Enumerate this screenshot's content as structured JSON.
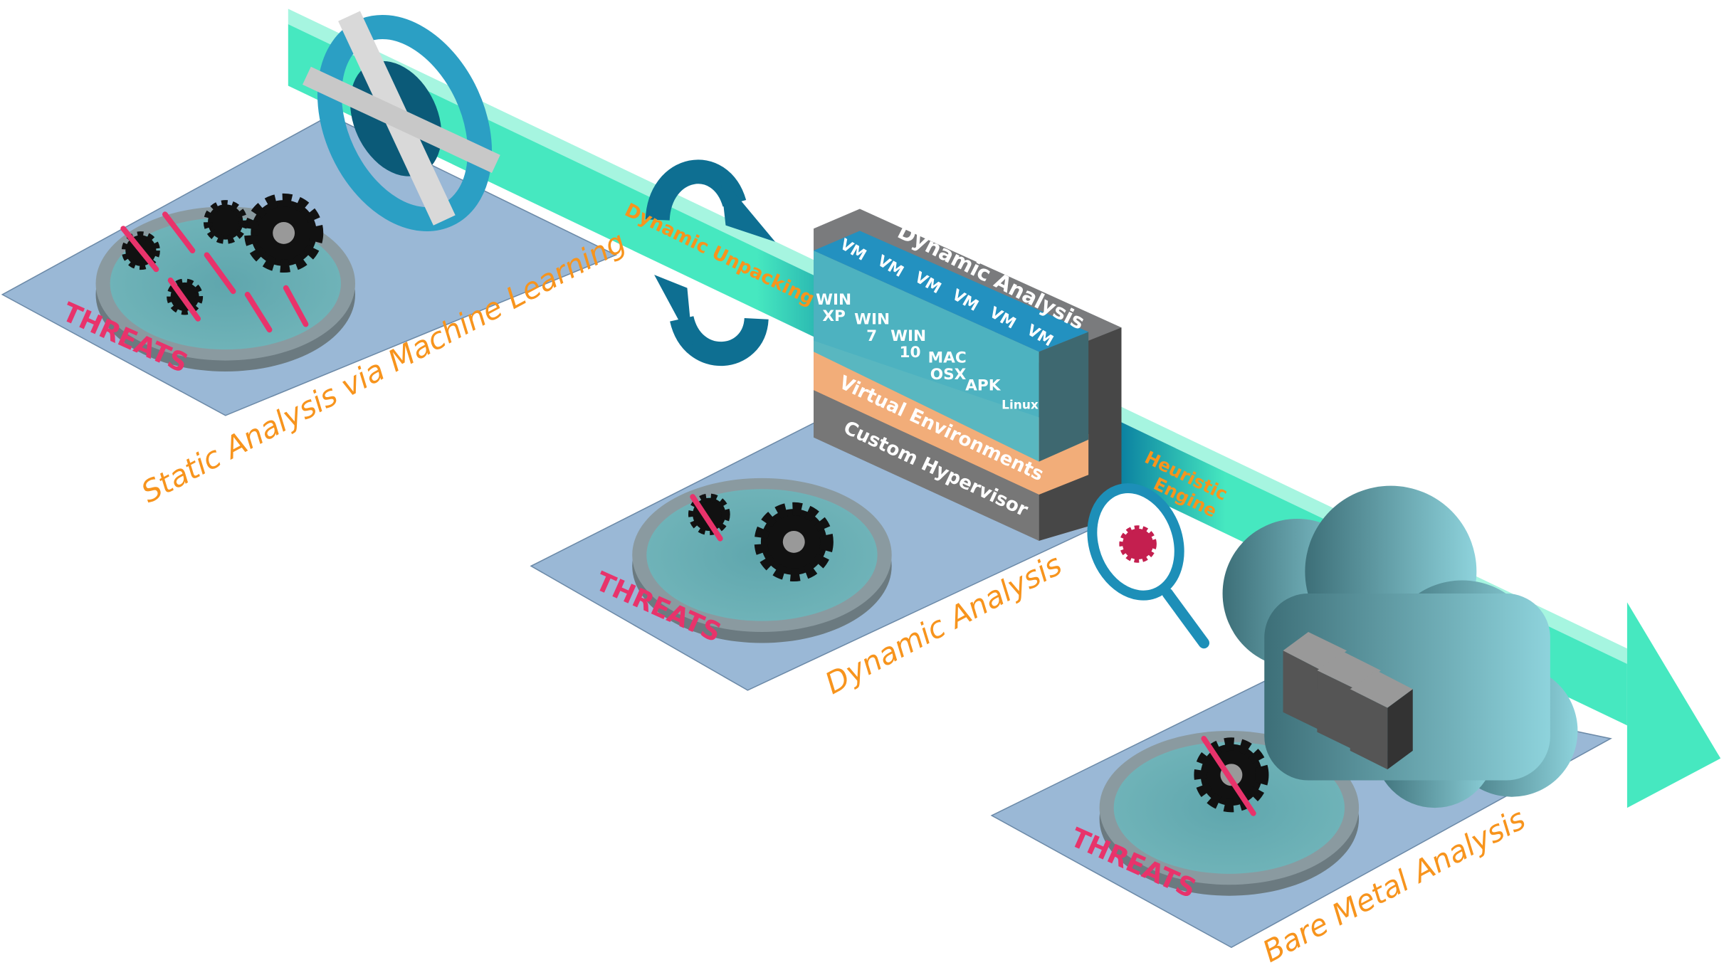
{
  "stages": {
    "static": {
      "label": "Static Analysis via Machine Learning",
      "threats": "THREATS"
    },
    "dynamic": {
      "label": "Dynamic Analysis",
      "threats": "THREATS"
    },
    "bare_metal": {
      "label": "Bare Metal Analysis",
      "threats": "THREATS"
    }
  },
  "band_labels": {
    "unpacking": "Dynamic Unpacking",
    "heuristic_1": "Heuristic",
    "heuristic_2": "Engine"
  },
  "vm_block": {
    "title": "Dynamic Analysis",
    "vm_label": "VM",
    "vms": [
      {
        "line1": "WIN",
        "line2": "XP"
      },
      {
        "line1": "WIN",
        "line2": "7"
      },
      {
        "line1": "WIN",
        "line2": "10"
      },
      {
        "line1": "MAC",
        "line2": "OSX"
      },
      {
        "line1": "APK",
        "line2": ""
      },
      {
        "line1": "Linux",
        "line2": ""
      }
    ],
    "layer_virtual": "Virtual Environments",
    "layer_hypervisor": "Custom Hypervisor"
  },
  "colors": {
    "band": "#46e8c0",
    "platform": "#9ab8d6",
    "label": "#f7941d",
    "threat": "#e8336b",
    "vm": "#2fa3cc"
  }
}
